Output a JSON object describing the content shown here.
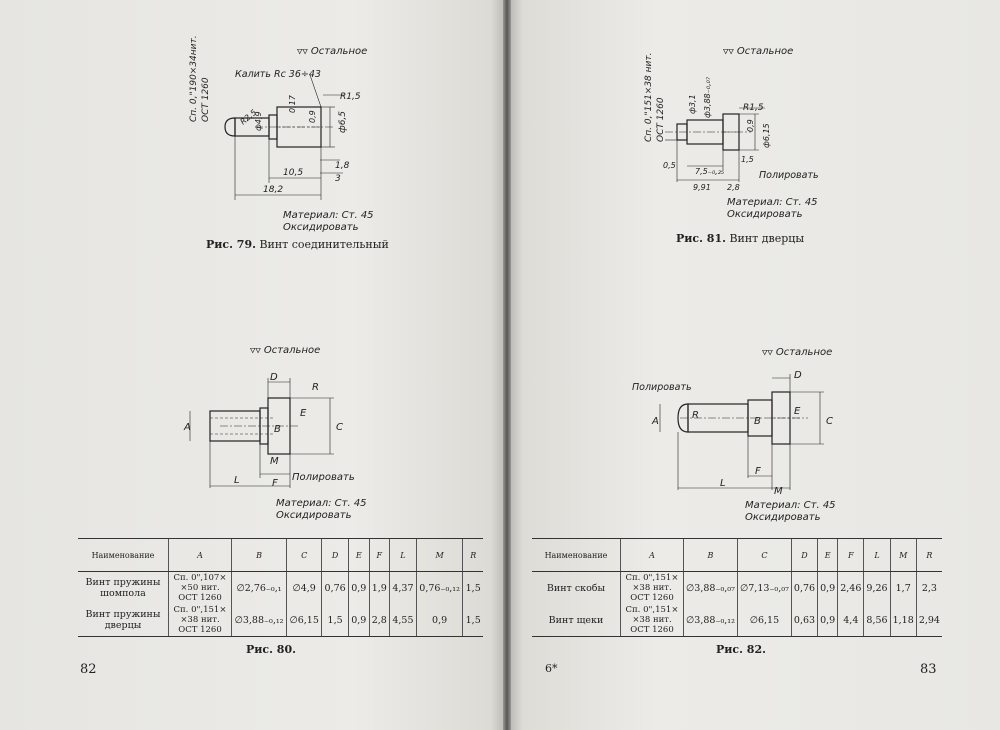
{
  "left_page": {
    "fig79": {
      "rough_note": "Остальное",
      "rough_symbol": "▽▽",
      "vertical_note": [
        "Сп. 0,\"190×34нит.",
        "ОСТ 1260"
      ],
      "harden": "Калить Rc 36÷43",
      "dims": [
        "R1,5",
        "ф6,5",
        "0,17",
        "0,9",
        "1,8",
        "3",
        "10,5",
        "18,2",
        "ф4,9",
        "R2,5"
      ],
      "material": [
        "Материал: Ст. 45",
        "Оксидировать"
      ],
      "caption_label": "Рис. 79.",
      "caption_text": "Винт соединительный"
    },
    "fig80": {
      "rough_note": "Остальное",
      "labels": [
        "D",
        "R",
        "E",
        "C",
        "A",
        "B",
        "M",
        "L",
        "F"
      ],
      "polish": "Полировать",
      "material": [
        "Материал: Ст. 45",
        "Оксидировать"
      ],
      "table": {
        "headers": [
          "Наименование",
          "A",
          "B",
          "C",
          "D",
          "E",
          "F",
          "L",
          "M",
          "R"
        ],
        "rows": [
          [
            "Винт пружины шомпола",
            "Сп. 0\",107× ×50 нит. ОСТ 1260",
            "∅2,76₋₀,₁",
            "∅4,9",
            "0,76",
            "0,9",
            "1,9",
            "4,37",
            "0,76₋₀,₁₂",
            "1,5"
          ],
          [
            "Винт пружины дверцы",
            "Сп. 0\",151× ×38 нит. ОСТ 1260",
            "∅3,88₋₀,₁₂",
            "∅6,15",
            "1,5",
            "0,9",
            "2,8",
            "4,55",
            "0,9",
            "1,5"
          ]
        ]
      },
      "caption_label": "Рис. 80."
    },
    "page_number": "82"
  },
  "right_page": {
    "fig81": {
      "rough_note": "Остальное",
      "rough_symbol": "▽▽",
      "vertical_note": [
        "Сп. 0,\"151×38 нит.",
        "ОСТ 1260"
      ],
      "dims": [
        "ф3,1",
        "ф3,88₋₀,₀₇",
        "R1,5",
        "0,9",
        "ф6,15",
        "1,5",
        "0,5",
        "7,5₋₀,₂₅",
        "9,91",
        "2,8"
      ],
      "polish": "Полировать",
      "material": [
        "Материал: Ст. 45",
        "Оксидировать"
      ],
      "caption_label": "Рис. 81.",
      "caption_text": "Винт дверцы"
    },
    "fig82": {
      "rough_note": "Остальное",
      "labels": [
        "D",
        "E",
        "C",
        "A",
        "B",
        "R",
        "F",
        "L",
        "M"
      ],
      "polish": "Полировать",
      "material": [
        "Материал: Ст. 45",
        "Оксидировать"
      ],
      "table": {
        "headers": [
          "Наименование",
          "A",
          "B",
          "C",
          "D",
          "E",
          "F",
          "L",
          "M",
          "R"
        ],
        "rows": [
          [
            "Винт скобы",
            "Сп. 0\",151× ×38 нит. ОСТ 1260",
            "∅3,88₋₀,₀₇",
            "∅7,13₋₀,₀₇",
            "0,76",
            "0,9",
            "2,46",
            "9,26",
            "1,7",
            "2,3"
          ],
          [
            "Винт щеки",
            "Сп. 0\",151× ×38 нит. ОСТ 1260",
            "∅3,88₋₀,₁₂",
            "∅6,15",
            "0,63",
            "0,9",
            "4,4",
            "8,56",
            "1,18",
            "2,94"
          ]
        ]
      },
      "caption_label": "Рис. 82."
    },
    "signature_mark": "6*",
    "page_number": "83"
  }
}
